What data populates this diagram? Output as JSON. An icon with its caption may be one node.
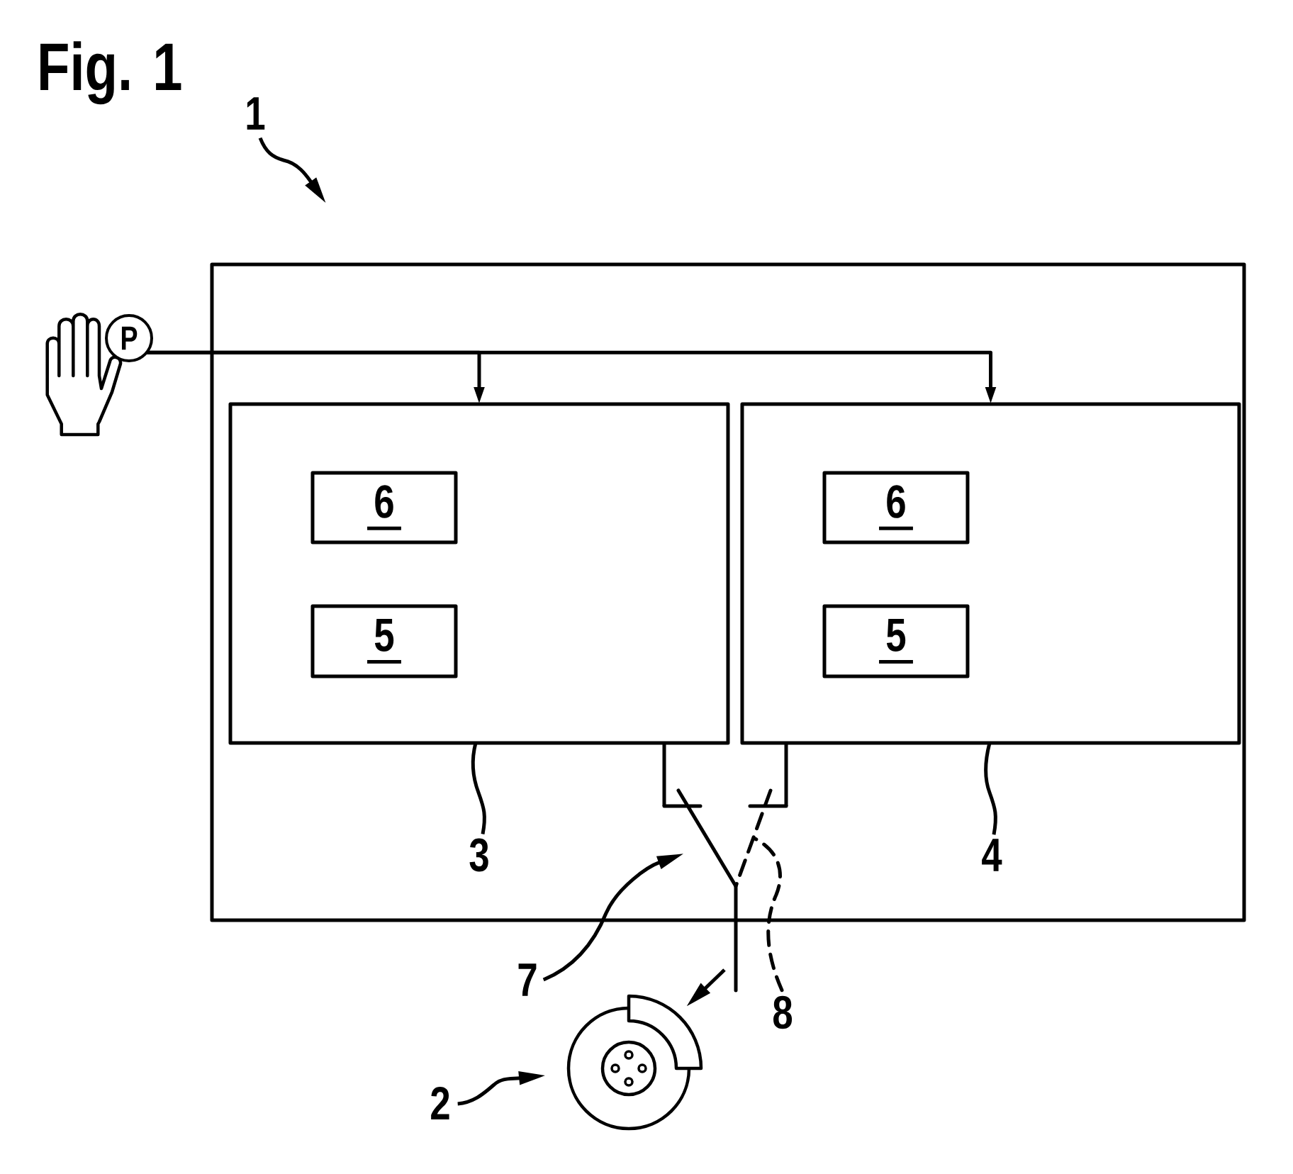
{
  "diagram": {
    "title": "Fig. 1",
    "nodes": [
      {
        "text": [
          "1"
        ]
      },
      {
        "text": [
          "P"
        ]
      },
      {
        "text": [],
        "shape": "box"
      },
      {
        "text": [],
        "shape": "box",
        "in": 2
      },
      {
        "text": [
          "6"
        ],
        "in": 3
      },
      {
        "text": [
          "5"
        ],
        "in": 3
      },
      {
        "text": [],
        "shape": "box",
        "in": 2
      },
      {
        "text": [
          "6"
        ],
        "in": 6
      },
      {
        "text": [
          "5"
        ],
        "in": 6
      },
      {
        "text": [
          "3"
        ],
        "in": 2
      },
      {
        "text": [
          "4"
        ],
        "in": 2
      },
      {
        "text": [],
        "shape": "switch"
      },
      {
        "text": [
          "7"
        ]
      },
      {
        "text": [
          "8"
        ]
      },
      {
        "text": [],
        "shape": "picture"
      },
      {
        "text": [
          "2"
        ]
      }
    ],
    "edges": [
      {
        "from": 0,
        "to": null,
        "arrow": "to"
      },
      {
        "from": 1,
        "to": 3,
        "arrow": "to"
      },
      {
        "from": 1,
        "to": 6,
        "arrow": "to"
      },
      {
        "from": 9,
        "to": 3,
        "arrow": "none"
      },
      {
        "from": 10,
        "to": 6,
        "arrow": "none"
      },
      {
        "from": 3,
        "to": 11,
        "arrow": "none"
      },
      {
        "from": 6,
        "to": 11,
        "arrow": "none"
      },
      {
        "from": 12,
        "to": 11,
        "arrow": "to"
      },
      {
        "from": 13,
        "to": 11,
        "arrow": "none",
        "style": "dashed"
      },
      {
        "from": 11,
        "to": 14,
        "arrow": "to"
      },
      {
        "from": 15,
        "to": 14,
        "arrow": "to"
      }
    ]
  }
}
